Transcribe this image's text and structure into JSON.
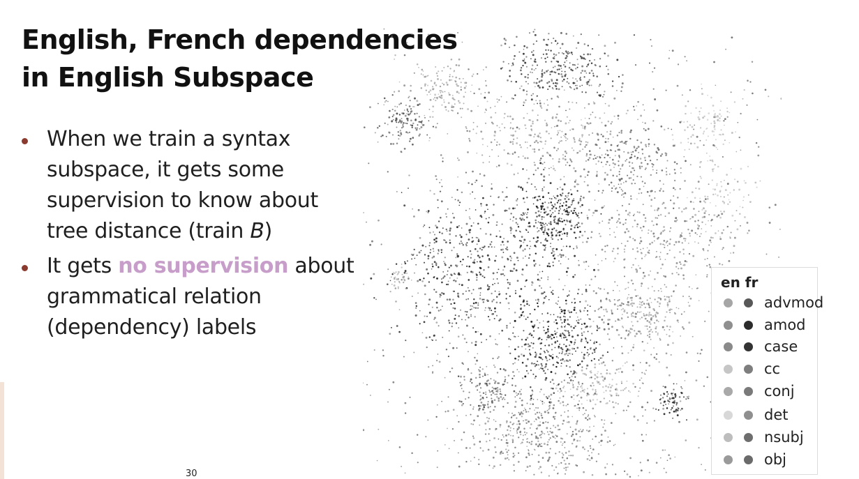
{
  "slide": {
    "title_line1": "English, French dependencies",
    "title_line2": "in English Subspace",
    "page_number": "30"
  },
  "bullets": [
    {
      "text_before": "When we train a syntax subspace, it gets some supervision to know about tree distance (train ",
      "italic": "B",
      "text_after": ")"
    },
    {
      "text_before": "It gets ",
      "emphasis": "no supervision",
      "text_after": " about grammatical relation (dependency) labels"
    }
  ],
  "colors": {
    "bullet": "#8a3a2e",
    "emphasis": "#c79dc9",
    "page_edge": "#f3e2d6"
  },
  "legend": {
    "header": "en fr",
    "items": [
      {
        "label": "advmod",
        "en_color": "#a6a6a6",
        "fr_color": "#585858"
      },
      {
        "label": "amod",
        "en_color": "#8f8f8f",
        "fr_color": "#2c2c2c"
      },
      {
        "label": "case",
        "en_color": "#8a8a8a",
        "fr_color": "#333333"
      },
      {
        "label": "cc",
        "en_color": "#c6c6c6",
        "fr_color": "#7e7e7e"
      },
      {
        "label": "conj",
        "en_color": "#a9a9a9",
        "fr_color": "#7a7a7a"
      },
      {
        "label": "det",
        "en_color": "#d8d8d8",
        "fr_color": "#8f8f8f"
      },
      {
        "label": "nsubj",
        "en_color": "#bdbdbd",
        "fr_color": "#6e6e6e"
      },
      {
        "label": "obj",
        "en_color": "#9a9a9a",
        "fr_color": "#6a6a6a"
      }
    ]
  }
}
